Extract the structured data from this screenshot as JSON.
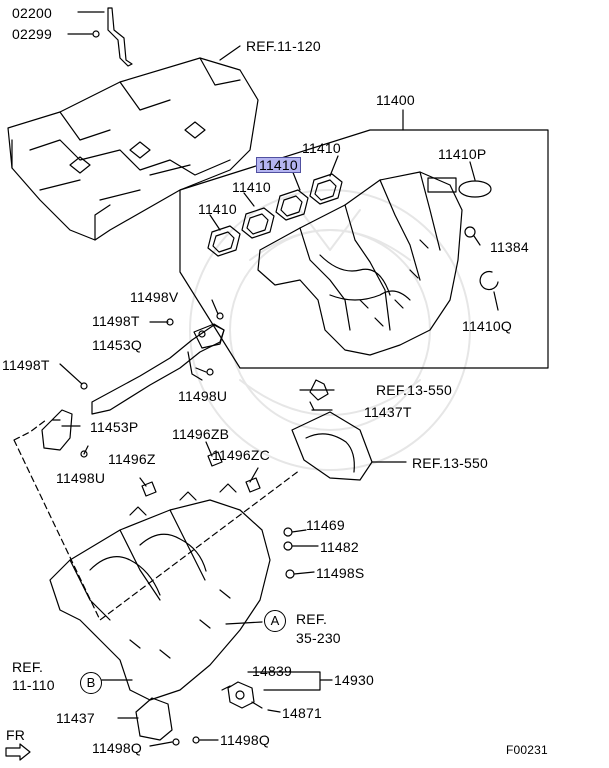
{
  "diagram": {
    "labels": {
      "p02200": "02200",
      "p02299": "02299",
      "ref11_120": "REF.11-120",
      "p11400": "11400",
      "p11410_a": "11410",
      "p11410_hl": "11410",
      "p11410_b": "11410",
      "p11410_c": "11410",
      "p11410p": "11410P",
      "p11384": "11384",
      "p11410q": "11410Q",
      "p11498v": "11498V",
      "p11498t_a": "11498T",
      "p11453q": "11453Q",
      "p11498t_b": "11498T",
      "p11498u_a": "11498U",
      "ref13_550_a": "REF.13-550",
      "p11437t": "11437T",
      "p11453p": "11453P",
      "p11496zb": "11496ZB",
      "p11498u_b": "11498U",
      "p11496z": "11496Z",
      "p11496zc": "11496ZC",
      "ref13_550_b": "REF.13-550",
      "p11469": "11469",
      "p11482": "11482",
      "p11498s": "11498S",
      "ref35_230_a": "REF.",
      "ref35_230_b": "35-230",
      "ref11_110_a": "REF.",
      "ref11_110_b": "11-110",
      "p14839": "14839",
      "p14930": "14930",
      "p14871": "14871",
      "p11437": "11437",
      "p11498q_a": "11498Q",
      "p11498q_b": "11498Q",
      "fr": "FR",
      "figure_code": "F00231"
    },
    "callouts": {
      "a": "A",
      "b": "B"
    },
    "colors": {
      "highlight": "#b4b4f0",
      "line": "#000000"
    }
  }
}
